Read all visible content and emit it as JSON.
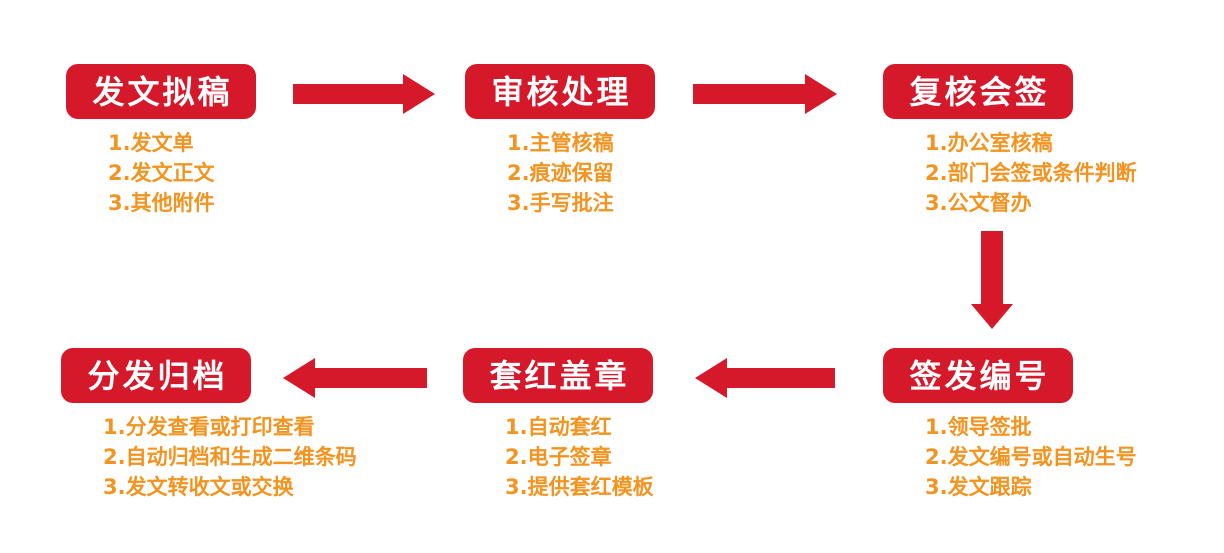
{
  "diagram": {
    "type": "flowchart",
    "topic": "document-dispatch-workflow",
    "colors": {
      "stage_box_red": "#d6182b",
      "arrow_red": "#d6182b",
      "item_text_orange": "#f39421",
      "stage_title_white": "#ffffff",
      "background": "#ffffff"
    }
  },
  "stages": [
    {
      "id": "drafting",
      "title": "发文拟稿",
      "items": [
        "1.发文单",
        "2.发文正文",
        "3.其他附件"
      ]
    },
    {
      "id": "review",
      "title": "审核处理",
      "items": [
        "1.主管核稿",
        "2.痕迹保留",
        "3.手写批注"
      ]
    },
    {
      "id": "countersign",
      "title": "复核会签",
      "items": [
        "1.办公室核稿",
        "2.部门会签或条件判断",
        "3.公文督办"
      ]
    },
    {
      "id": "issue-numbering",
      "title": "签发编号",
      "items": [
        "1.领导签批",
        "2.发文编号或自动生号",
        "3.发文跟踪"
      ]
    },
    {
      "id": "stamping",
      "title": "套红盖章",
      "items": [
        "1.自动套红",
        "2.电子签章",
        "3.提供套红模板"
      ]
    },
    {
      "id": "archiving",
      "title": "分发归档",
      "items": [
        "1.分发查看或打印查看",
        "2.自动归档和生成二维条码",
        "3.发文转收文或交换"
      ]
    }
  ],
  "flow": {
    "arrows": [
      {
        "from": "发文拟稿",
        "to": "审核处理",
        "direction": "right"
      },
      {
        "from": "审核处理",
        "to": "复核会签",
        "direction": "right"
      },
      {
        "from": "复核会签",
        "to": "签发编号",
        "direction": "down"
      },
      {
        "from": "签发编号",
        "to": "套红盖章",
        "direction": "left"
      },
      {
        "from": "套红盖章",
        "to": "分发归档",
        "direction": "left"
      }
    ]
  }
}
